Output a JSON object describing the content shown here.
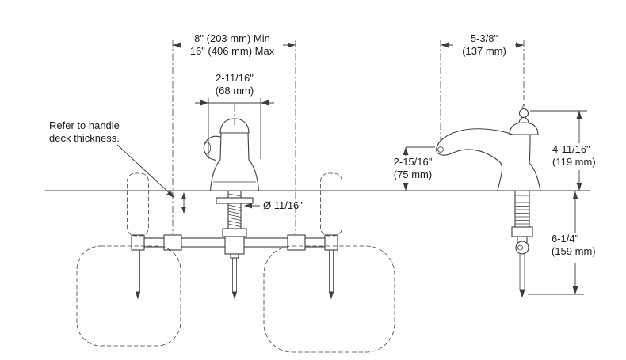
{
  "colors": {
    "ink": "#3d3d3d",
    "background": "#ffffff"
  },
  "diagram": {
    "dims": {
      "handle_spacing": {
        "line1": "8\" (203 mm) Min",
        "line2": "16\" (406 mm) Max"
      },
      "spout_base_width": {
        "line1": "2-11/16\"",
        "line2": "(68 mm)"
      },
      "deck_note": {
        "line1": "Refer to handle",
        "line2": "deck thickness."
      },
      "hole_diameter": {
        "text": "Ø 11/16\""
      },
      "spout_reach": {
        "line1": "5-3/8\"",
        "line2": "(137 mm)"
      },
      "outlet_height": {
        "line1": "2-15/16\"",
        "line2": "(75 mm)"
      },
      "spout_height": {
        "line1": "4-11/16\"",
        "line2": "(119 mm)"
      },
      "under_deck_depth": {
        "line1": "6-1/4\"",
        "line2": "(159 mm)"
      }
    }
  }
}
